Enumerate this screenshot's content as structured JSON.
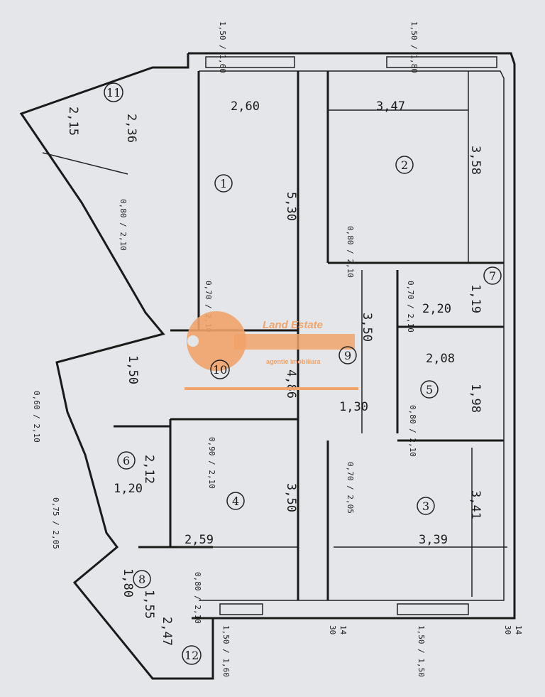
{
  "watermark": {
    "brand": "Land Estate",
    "tagline": "agentie imobiliara",
    "color": "#f0a36a"
  },
  "rooms": [
    {
      "number": "1",
      "dims": [
        "2,60",
        "5,30"
      ]
    },
    {
      "number": "2",
      "dims": [
        "3,47",
        "3,58"
      ]
    },
    {
      "number": "3",
      "dims": [
        "3,39",
        "3,41"
      ]
    },
    {
      "number": "4",
      "dims": [
        "2,59",
        "3,50"
      ]
    },
    {
      "number": "5",
      "dims": [
        "2,08",
        "1,98"
      ]
    },
    {
      "number": "6",
      "dims": [
        "1,20",
        "2,12"
      ]
    },
    {
      "number": "7",
      "dims": [
        "2,20",
        "1,19"
      ]
    },
    {
      "number": "8",
      "dims": [
        "1,80",
        "1,55"
      ]
    },
    {
      "number": "9",
      "dims": [
        "3,50",
        "1,30"
      ]
    },
    {
      "number": "10",
      "dims": [
        "4,86",
        "1,50"
      ]
    },
    {
      "number": "11",
      "dims": [
        "2,15",
        "2,36"
      ]
    },
    {
      "number": "12",
      "dims": [
        "2,47"
      ]
    }
  ],
  "door_marks": [
    "0,80 / 2,10",
    "0,80 / 2,10",
    "0,70 / 2,10",
    "0,90 / 2,10",
    "0,70 / 2,10",
    "0,80 / 2,10",
    "0,70 / 2,05",
    "0,80 / 2,10",
    "0,60 / 2,10",
    "0,75 / 2,05"
  ],
  "window_marks": [
    "1,50 / 1,60",
    "1,50 / 1,80",
    "1,50 / 1,50",
    "1,50 / 1,60"
  ],
  "edge_marks": [
    "30",
    "14",
    "30",
    "14"
  ]
}
